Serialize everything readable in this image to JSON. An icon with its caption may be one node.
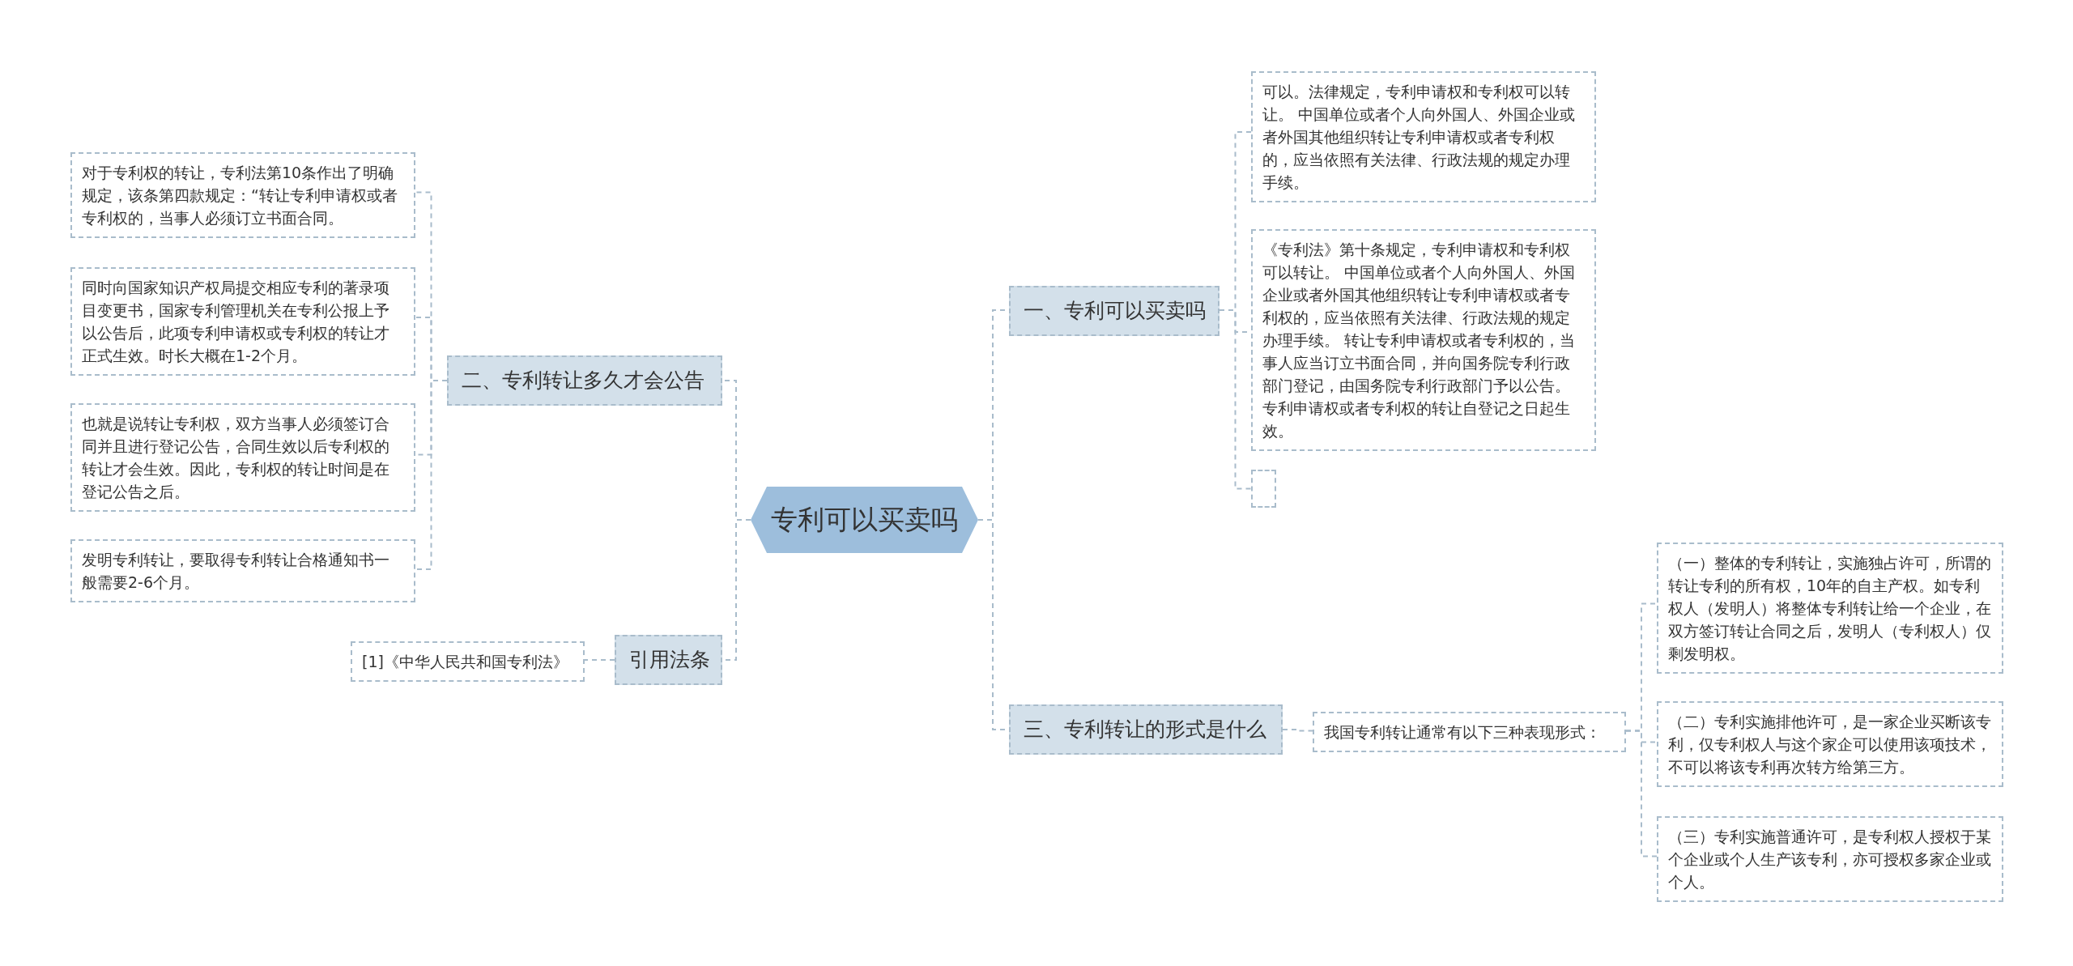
{
  "diagram": {
    "nodes": [
      {
        "text": [
          "专利可以买卖吗"
        ]
      },
      {
        "text": [
          "一、专利可以买卖吗"
        ]
      },
      {
        "text": [
          "可以。法律规定，专利申请权和专利权可以转让。 中国单位或者个人向外国人、外国企业或者外国其他组织转让专利申请权或者专利权的，应当依照有关法律、行政法规的规定办理手续。"
        ]
      },
      {
        "text": [
          "《专利法》第十条规定，专利申请权和专利权可以转让。 中国单位或者个人向外国人、外国企业或者外国其他组织转让专利申请权或者专利权的，应当依照有关法律、行政法规的规定办理手续。 转让专利申请权或者专利权的，当事人应当订立书面合同，并向国务院专利行政部门登记，由国务院专利行政部门予以公告。专利申请权或者专利权的转让自登记之日起生效。"
        ]
      },
      {
        "text": [],
        "shape": "box"
      },
      {
        "text": [
          "二、专利转让多久才会公告"
        ]
      },
      {
        "text": [
          "对于专利权的转让，专利法第10条作出了明确规定，该条第四款规定：“转让专利申请权或者专利权的，当事人必须订立书面合同。"
        ]
      },
      {
        "text": [
          "同时向国家知识产权局提交相应专利的著录项目变更书，国家专利管理机关在专利公报上予以公告后，此项专利申请权或专利权的转让才正式生效。时长大概在1-2个月。"
        ]
      },
      {
        "text": [
          "也就是说转让专利权，双方当事人必须签订合同并且进行登记公告，合同生效以后专利权的转让才会生效。因此，专利权的转让时间是在登记公告之后。"
        ]
      },
      {
        "text": [
          "发明专利转让，要取得专利转让合格通知书一般需要2-6个月。"
        ]
      },
      {
        "text": [
          "引用法条"
        ]
      },
      {
        "text": [
          "[1]《中华人民共和国专利法》"
        ]
      },
      {
        "text": [
          "三、专利转让的形式是什么"
        ]
      },
      {
        "text": [
          "我国专利转让通常有以下三种表现形式："
        ]
      },
      {
        "text": [
          "（一）整体的专利转让，实施独占许可，所谓的转让专利的所有权，10年的自主产权。如专利权人（发明人）将整体专利转让给一个企业，在双方签订转让合同之后，发明人（专利权人）仅剩发明权。"
        ]
      },
      {
        "text": [
          "（二）专利实施排他许可，是一家企业买断该专利，仅专利权人与这个家企可以使用该项技术，不可以将该专利再次转方给第三方。"
        ]
      },
      {
        "text": [
          "（三）专利实施普通许可，是专利权人授权于某个企业或个人生产该专利，亦可授权多家企业或个人。"
        ]
      }
    ],
    "edges": [
      {
        "from": 0,
        "to": 1,
        "arrow": "none",
        "style": "dashed"
      },
      {
        "from": 1,
        "to": 2,
        "arrow": "none",
        "style": "dashed"
      },
      {
        "from": 1,
        "to": 3,
        "arrow": "none",
        "style": "dashed"
      },
      {
        "from": 1,
        "to": 4,
        "arrow": "none",
        "style": "dashed"
      },
      {
        "from": 0,
        "to": 5,
        "arrow": "none",
        "style": "dashed"
      },
      {
        "from": 5,
        "to": 6,
        "arrow": "none",
        "style": "dashed"
      },
      {
        "from": 5,
        "to": 7,
        "arrow": "none",
        "style": "dashed"
      },
      {
        "from": 5,
        "to": 8,
        "arrow": "none",
        "style": "dashed"
      },
      {
        "from": 5,
        "to": 9,
        "arrow": "none",
        "style": "dashed"
      },
      {
        "from": 0,
        "to": 10,
        "arrow": "none",
        "style": "dashed"
      },
      {
        "from": 10,
        "to": 11,
        "arrow": "none",
        "style": "dashed"
      },
      {
        "from": 0,
        "to": 12,
        "arrow": "none",
        "style": "dashed"
      },
      {
        "from": 12,
        "to": 13,
        "arrow": "none",
        "style": "dashed"
      },
      {
        "from": 13,
        "to": 14,
        "arrow": "none",
        "style": "dashed"
      },
      {
        "from": 13,
        "to": 15,
        "arrow": "none",
        "style": "dashed"
      },
      {
        "from": 13,
        "to": 16,
        "arrow": "none",
        "style": "dashed"
      }
    ]
  }
}
